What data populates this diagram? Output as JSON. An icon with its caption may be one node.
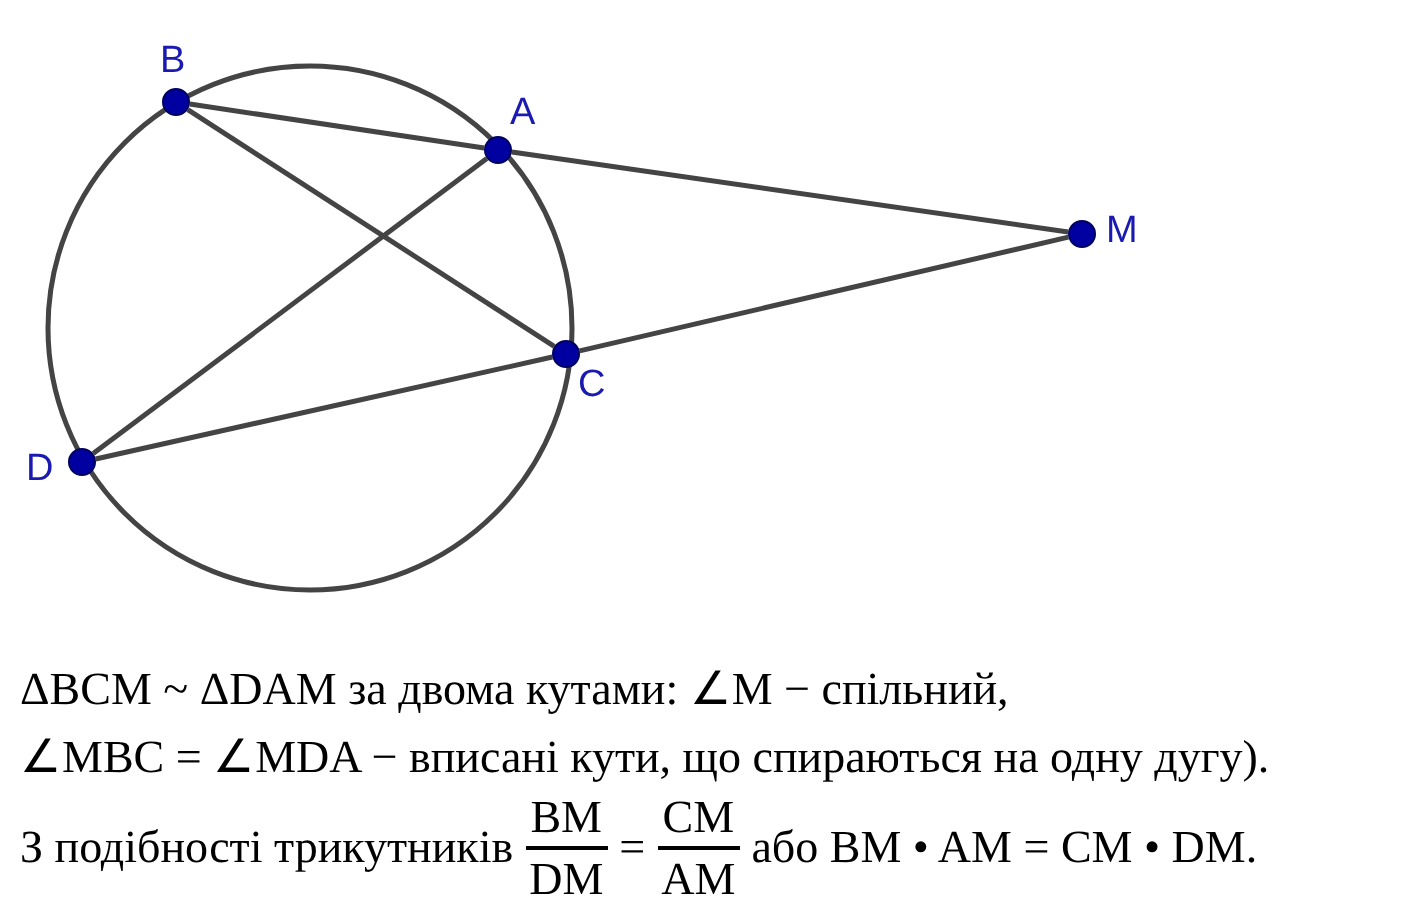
{
  "diagram": {
    "nodes": [
      {
        "text": [],
        "shape": "circle",
        "beside": [
          "B"
        ]
      },
      {
        "text": [],
        "shape": "circle",
        "beside": [
          "A"
        ]
      },
      {
        "text": [],
        "shape": "circle",
        "beside": [
          "M"
        ]
      },
      {
        "text": [],
        "shape": "circle",
        "beside": [
          "C"
        ]
      },
      {
        "text": [],
        "shape": "circle",
        "beside": [
          "D"
        ]
      }
    ],
    "edges": [
      {
        "from": 0,
        "to": 1,
        "arrow": "none"
      },
      {
        "from": 1,
        "to": 2,
        "arrow": "none"
      },
      {
        "from": 4,
        "to": 3,
        "arrow": "none"
      },
      {
        "from": 3,
        "to": 2,
        "arrow": "none"
      },
      {
        "from": 0,
        "to": 3,
        "arrow": "none"
      },
      {
        "from": 4,
        "to": 1,
        "arrow": "none"
      }
    ],
    "labels": [
      "ΔBCM ~ ΔDAM за двома кутами: ∠M − спільний,",
      "∠MBC = ∠MDA − вписані кути, що спираються на одну дугу).",
      "З подібності трикутників",
      "BM",
      "DM",
      "=",
      "CM",
      "AM",
      "або BM • AM = CM • DM."
    ]
  }
}
